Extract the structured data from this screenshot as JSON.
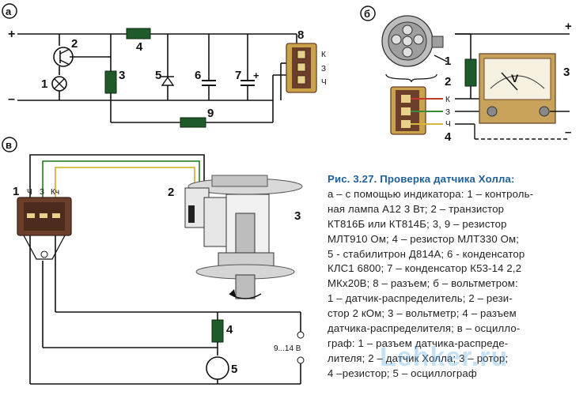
{
  "diagram_a_top": {
    "badge": "а",
    "plus": "+",
    "minus": "–",
    "labels": [
      "1",
      "2",
      "3",
      "4",
      "5",
      "6",
      "7",
      "8",
      "9"
    ],
    "cap_plus": "+",
    "pins": [
      "К",
      "З",
      "Ч"
    ]
  },
  "diagram_b": {
    "badge": "б",
    "plus": "+",
    "minus": "–",
    "labels": [
      "1",
      "2",
      "3",
      "4"
    ],
    "meter": "V",
    "wires": [
      "К",
      "З",
      "Ч"
    ]
  },
  "diagram_v": {
    "badge": "в",
    "pin_labels": [
      "Ч",
      "З",
      "Кч"
    ],
    "labels": [
      "1",
      "2",
      "3",
      "4",
      "5"
    ],
    "voltage": "9...14 В"
  },
  "caption": {
    "title": "Рис. 3.27. Проверка датчика Холла:",
    "lines": [
      "а – с помощью индикатора: 1 – контроль-",
      "ная лампа А12 3 Вт; 2 – транзистор",
      "КТ816Б или КТ814Б; 3, 9 – резистор",
      "МЛТ910 Ом; 4 – резистор МЛТ330 Ом;",
      "5 - стабилитрон Д814А; 6 - конденсатор",
      "КЛС1 6800; 7 – конденсатор К53-14 2,2",
      "МКх20В; 8 – разъем; б – вольтметром:",
      "1 – датчик-распределитель; 2 – рези-",
      "стор 2 кОм; 3 – вольтметр; 4 – разъем",
      "датчика-распределителя; в – осцилло-",
      "граф: 1 – разъем датчика-распреде-",
      "лителя; 2 – датчик Холла; 3 – ротор;",
      "4 –резистор; 5 – осциллограф"
    ]
  },
  "watermark": "Lehker.ru",
  "colors": {
    "resistor": "#1f5a2a",
    "connector": "#c9a24a",
    "connector_body": "#6b3f2a",
    "title": "#1f5f9c",
    "wire_red": "#c0392b",
    "wire_green": "#3a8a3a",
    "wire_yellow": "#d4b73a"
  }
}
